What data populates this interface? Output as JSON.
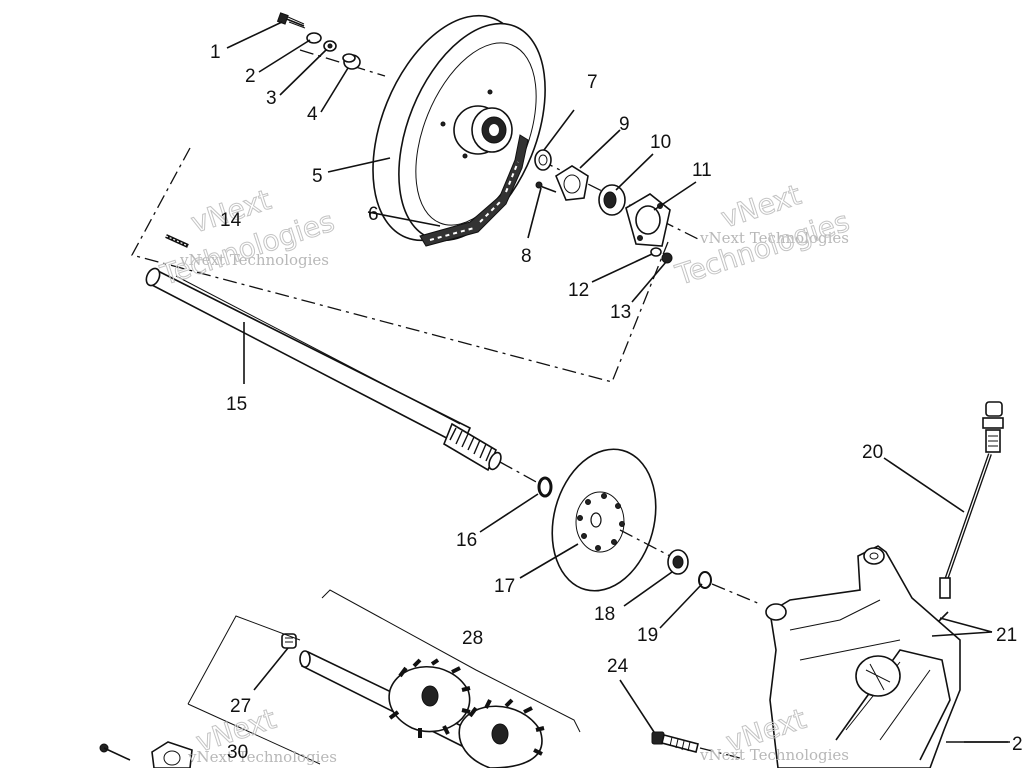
{
  "callouts": [
    {
      "id": "c1",
      "text": "1"
    },
    {
      "id": "c2",
      "text": "2"
    },
    {
      "id": "c3",
      "text": "3"
    },
    {
      "id": "c4",
      "text": "4"
    },
    {
      "id": "c5",
      "text": "5"
    },
    {
      "id": "c6",
      "text": "6"
    },
    {
      "id": "c7",
      "text": "7"
    },
    {
      "id": "c8",
      "text": "8"
    },
    {
      "id": "c9",
      "text": "9"
    },
    {
      "id": "c10",
      "text": "10"
    },
    {
      "id": "c11",
      "text": "11"
    },
    {
      "id": "c12",
      "text": "12"
    },
    {
      "id": "c13",
      "text": "13"
    },
    {
      "id": "c14",
      "text": "14"
    },
    {
      "id": "c15",
      "text": "15"
    },
    {
      "id": "c16",
      "text": "16"
    },
    {
      "id": "c17",
      "text": "17"
    },
    {
      "id": "c18",
      "text": "18"
    },
    {
      "id": "c19",
      "text": "19"
    },
    {
      "id": "c20",
      "text": "20"
    },
    {
      "id": "c21",
      "text": "21"
    },
    {
      "id": "c24",
      "text": "24"
    },
    {
      "id": "c27",
      "text": "27"
    },
    {
      "id": "c28",
      "text": "28"
    },
    {
      "id": "c30",
      "text": "30"
    },
    {
      "id": "c2x",
      "text": "2"
    }
  ],
  "watermark": {
    "small": "vNext Technologies",
    "big_top": "vNext",
    "big_bottom": "Technologies"
  }
}
